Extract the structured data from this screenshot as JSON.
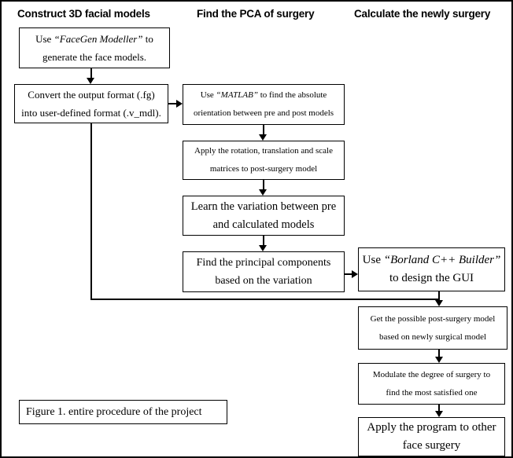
{
  "headers": [
    {
      "label": "Construct 3D facial models"
    },
    {
      "label": "Find the PCA of surgery"
    },
    {
      "label": "Calculate the newly surgery"
    }
  ],
  "boxes": {
    "facegen": {
      "line1_pre": "Use ",
      "line1_italic": "“FaceGen Modeller”",
      "line1_post": " to",
      "line2": "generate the face models."
    },
    "convert": {
      "line1": "Convert the output format (.fg)",
      "line2": "into user-defined format (.v_mdl)."
    },
    "matlab": {
      "line1_pre": "Use ",
      "line1_italic": "“MATLAB”",
      "line1_post": " to find the absolute",
      "line2": "orientation between pre and post models"
    },
    "apply_matrices": {
      "line1": "Apply the rotation, translation and scale",
      "line2": "matrices to post-surgery model"
    },
    "learn": {
      "line1": "Learn the variation between pre",
      "line2": "and calculated models"
    },
    "find_pc": {
      "line1": "Find the principal components",
      "line2": "based on the variation"
    },
    "borland": {
      "line1_pre": "Use ",
      "line1_italic": "“Borland C++ Builder”",
      "line1_post": "",
      "line2": "to design the GUI"
    },
    "get_possible": {
      "line1": "Get the possible post-surgery model",
      "line2": "based on newly surgical model"
    },
    "modulate": {
      "line1": "Modulate the degree of surgery to",
      "line2": "find the most satisfied one"
    },
    "apply_program": {
      "line1": "Apply the program to other",
      "line2": "face surgery"
    }
  },
  "caption": "Figure 1. entire procedure of the project",
  "colors": {
    "ink": "#000000",
    "background": "#ffffff"
  }
}
